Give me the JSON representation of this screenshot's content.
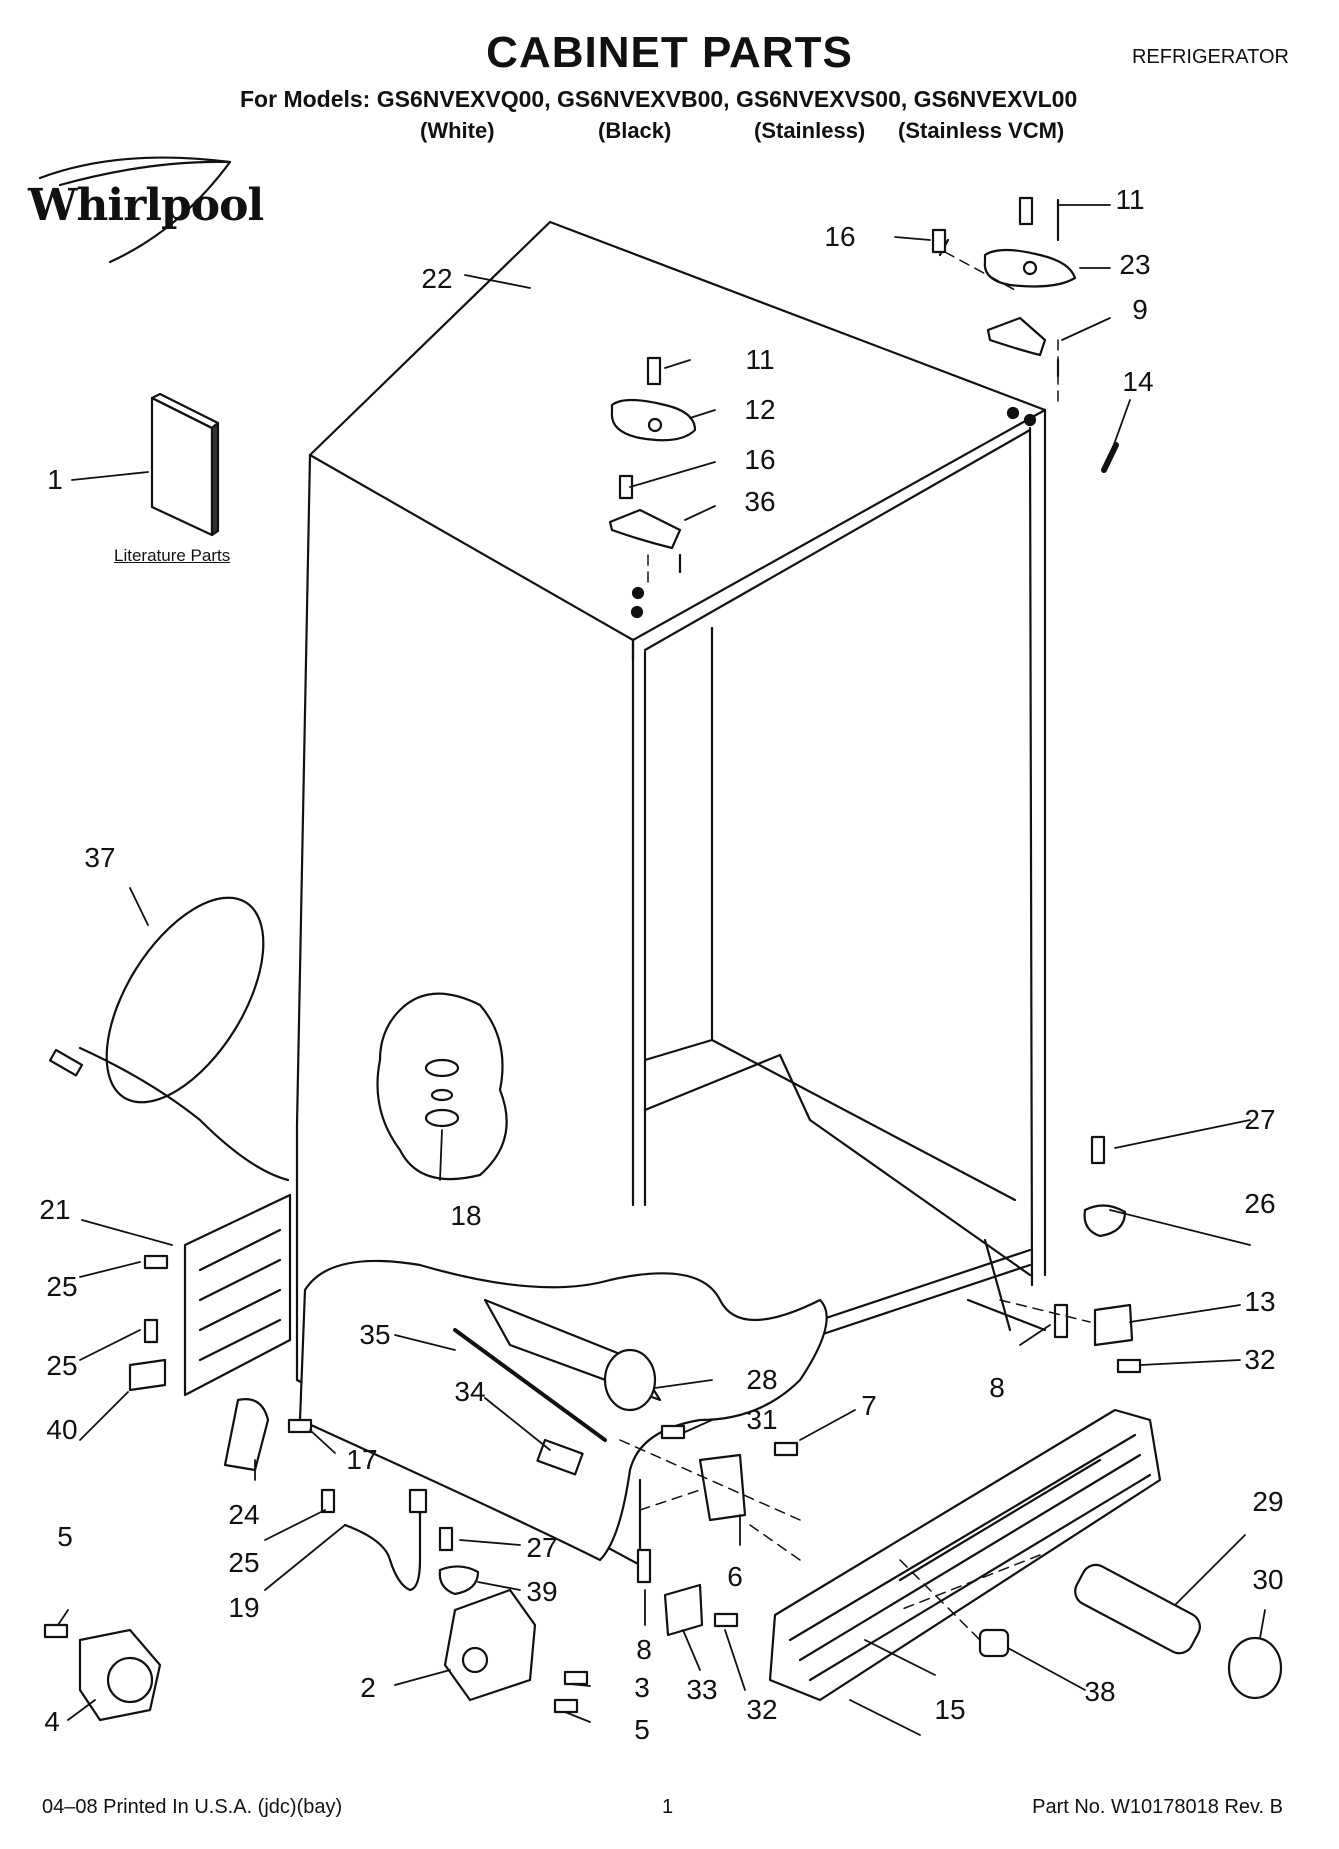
{
  "header": {
    "title": "CABINET PARTS",
    "category": "REFRIGERATOR",
    "models_line": "For Models: GS6NVEXVQ00, GS6NVEXVB00, GS6NVEXVS00, GS6NVEXVL00",
    "colors": [
      "(White)",
      "(Black)",
      "(Stainless)",
      "(Stainless VCM)"
    ]
  },
  "brand": {
    "logo_text": "Whirlpool"
  },
  "literature_label": "Literature Parts",
  "callouts": [
    "1",
    "2",
    "3",
    "4",
    "5",
    "5",
    "6",
    "7",
    "8",
    "8",
    "9",
    "11",
    "11",
    "12",
    "13",
    "14",
    "15",
    "16",
    "16",
    "17",
    "18",
    "19",
    "21",
    "22",
    "23",
    "24",
    "25",
    "25",
    "25",
    "26",
    "27",
    "27",
    "28",
    "29",
    "30",
    "31",
    "32",
    "32",
    "33",
    "34",
    "35",
    "36",
    "37",
    "38",
    "39",
    "40"
  ],
  "footer": {
    "left": "04–08 Printed In U.S.A. (jdc)(bay)",
    "page": "1",
    "part_no": "Part No. W10178018 Rev. B"
  }
}
